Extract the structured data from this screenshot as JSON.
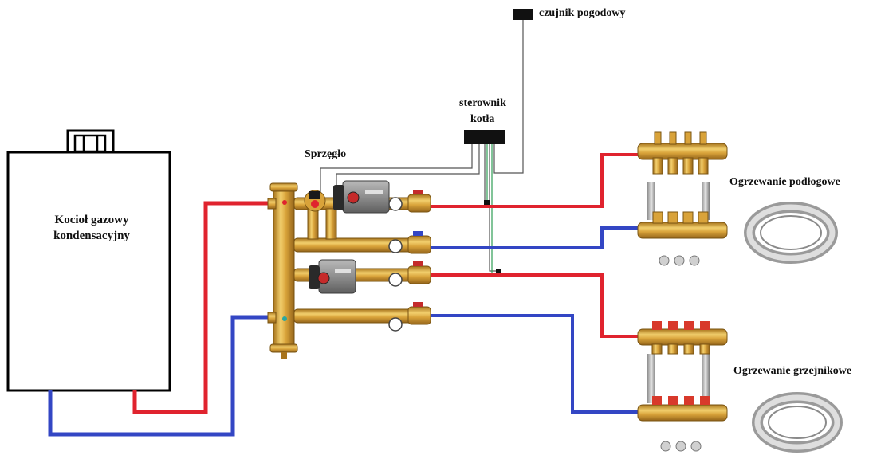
{
  "labels": {
    "boiler_line1": "Kocioł gazowy",
    "boiler_line2": "kondensacyjny",
    "weather_sensor": "czujnik pogodowy",
    "controller_line1": "sterownik",
    "controller_line2": "kotła",
    "coupling": "Sprzęgło",
    "floor_heating": "Ogrzewanie podłogowe",
    "radiator_heating": "Ogrzewanie grzejnikowe"
  },
  "colors": {
    "supply_pipe": "#e0232e",
    "return_pipe": "#3346c4",
    "brass": "#d9a33a",
    "pump_gray": "#8c8c8c",
    "signal_wire": "#555555",
    "wire_green": "#2e9e55"
  }
}
